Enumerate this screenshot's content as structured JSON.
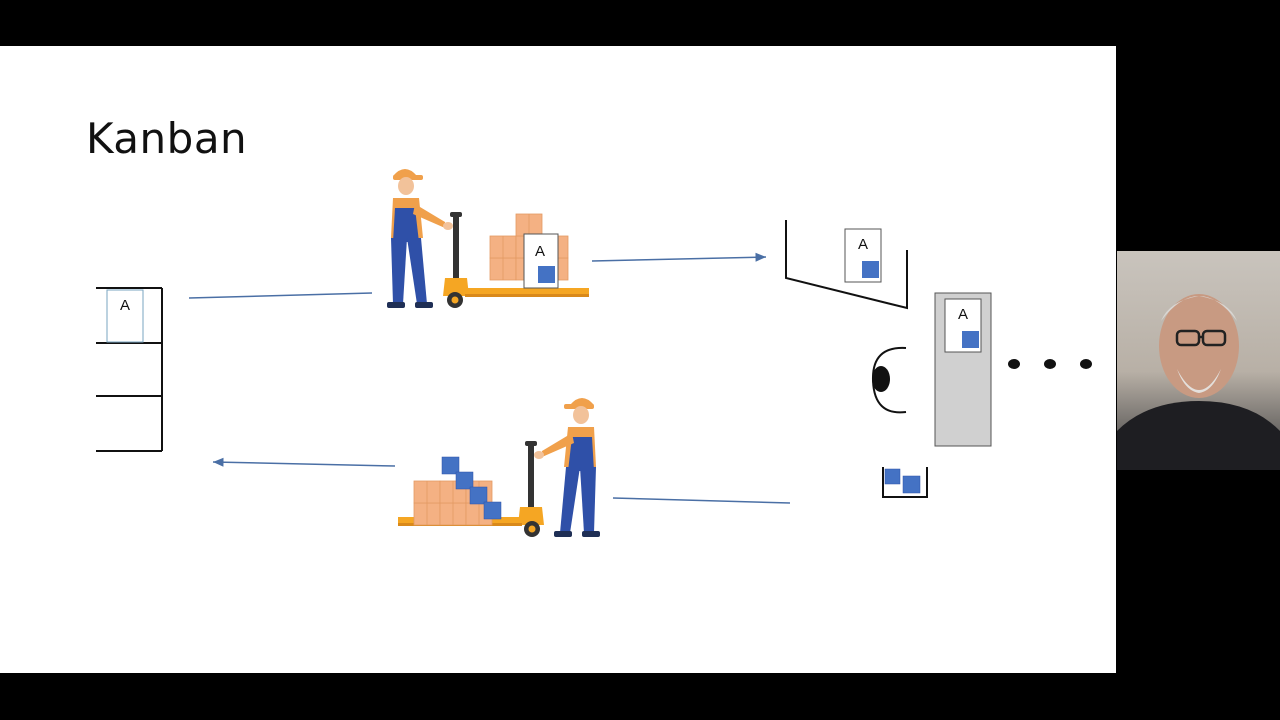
{
  "slide": {
    "title": "Kanban",
    "card_label": "A"
  },
  "colors": {
    "background": "#000000",
    "slide": "#ffffff",
    "arrow": "#4a6fa5",
    "kanban_blue": "#4472c4",
    "box_orange": "#f4b183",
    "worker_shirt": "#f0a04b",
    "worker_overalls": "#2f50a8",
    "pallet_truck": "#f5a623",
    "board_gray": "#d0d0d0"
  },
  "icons": {
    "presenter": "webcam-presenter-video",
    "worker": "worker-with-pallet-jack-icon",
    "eye": "eye-icon"
  }
}
